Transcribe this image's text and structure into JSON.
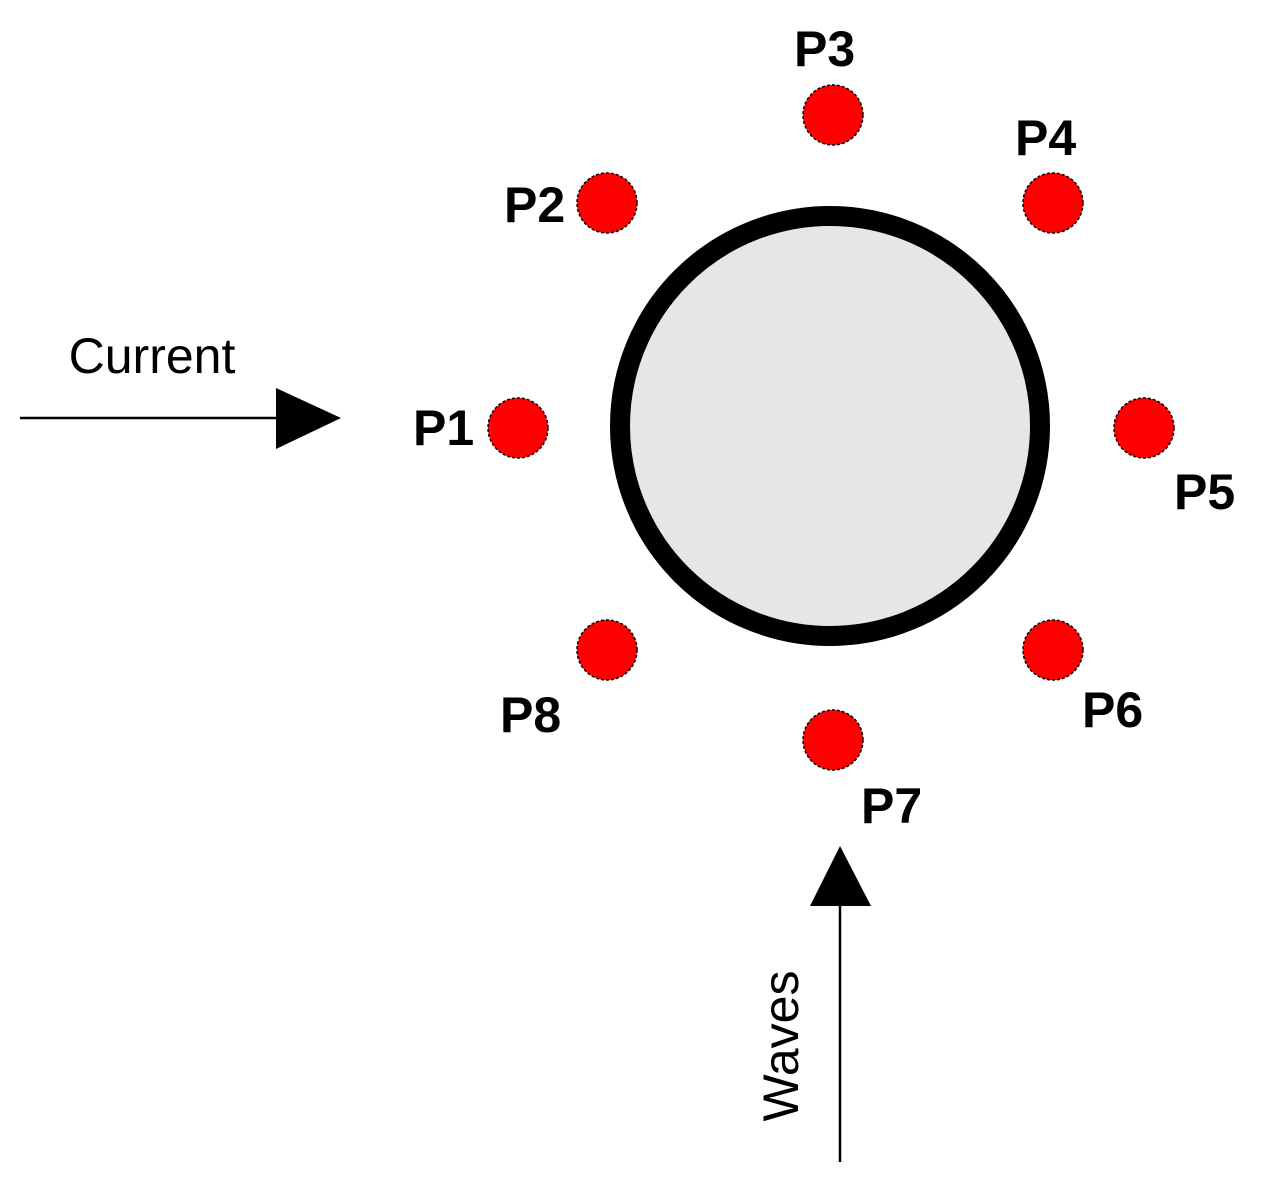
{
  "colors": {
    "pile_fill": "#e6e6e6",
    "pile_stroke": "#000000",
    "point_fill": "#ff0000",
    "point_stroke": "#000000",
    "arrow": "#000000",
    "background": "#ffffff"
  },
  "flows": {
    "current_label": "Current",
    "waves_label": "Waves"
  },
  "points": [
    {
      "id": "p1",
      "label": "P1"
    },
    {
      "id": "p2",
      "label": "P2"
    },
    {
      "id": "p3",
      "label": "P3"
    },
    {
      "id": "p4",
      "label": "P4"
    },
    {
      "id": "p5",
      "label": "P5"
    },
    {
      "id": "p6",
      "label": "P6"
    },
    {
      "id": "p7",
      "label": "P7"
    },
    {
      "id": "p8",
      "label": "P8"
    }
  ]
}
